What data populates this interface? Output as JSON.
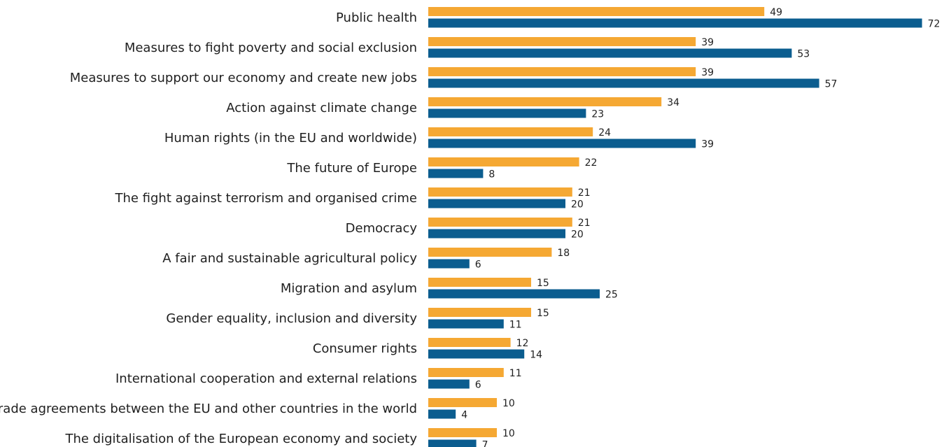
{
  "chart_data": {
    "type": "bar",
    "orientation": "horizontal",
    "categories": [
      "Public health",
      "Measures to fight poverty and social exclusion",
      "Measures to support our economy and create new jobs",
      "Action against climate change",
      "Human rights (in the EU and worldwide)",
      "The future of Europe",
      "The fight against terrorism and organised crime",
      "Democracy",
      "A fair and sustainable agricultural policy",
      "Migration and asylum",
      "Gender equality, inclusion and diversity",
      "Consumer rights",
      "International cooperation and external relations",
      "Trade agreements between the EU and other countries in the world",
      "The digitalisation of the European economy and society"
    ],
    "series": [
      {
        "color": "#f5a833",
        "values": [
          49,
          39,
          39,
          34,
          24,
          22,
          21,
          21,
          18,
          15,
          15,
          12,
          11,
          10,
          10
        ]
      },
      {
        "color": "#0b5d8f",
        "values": [
          72,
          53,
          57,
          23,
          39,
          8,
          20,
          20,
          6,
          25,
          11,
          14,
          6,
          4,
          7
        ]
      }
    ],
    "xlim": [
      0,
      72
    ],
    "grid": false,
    "legend": "none"
  }
}
